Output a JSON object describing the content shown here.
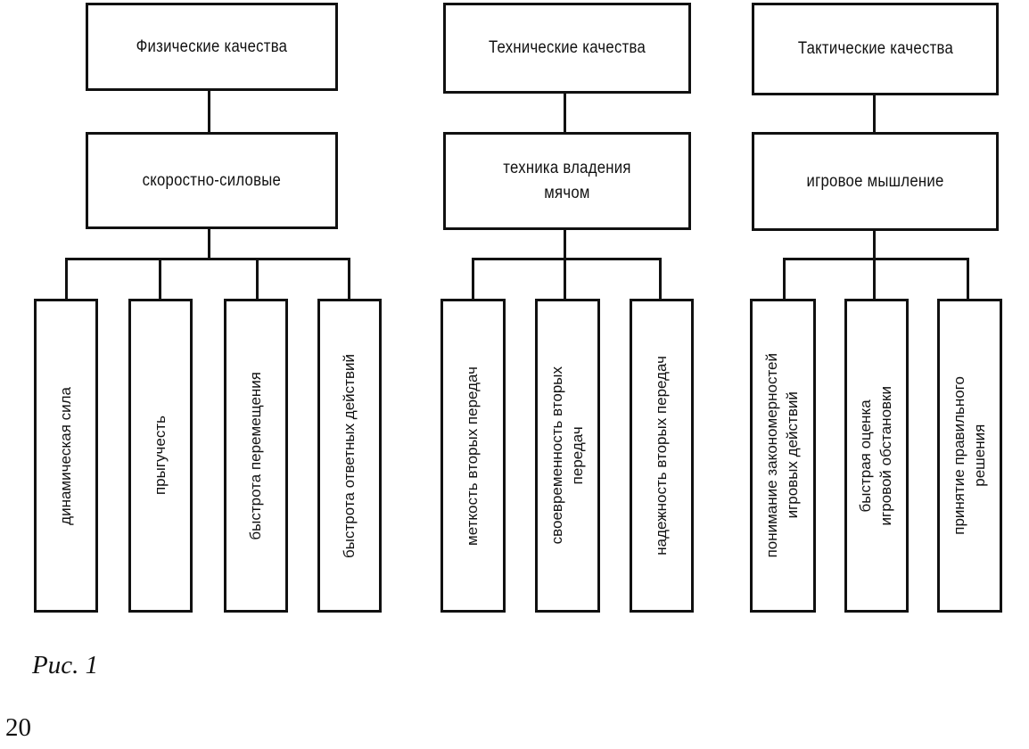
{
  "columns": [
    {
      "top": "Физические качества",
      "mid": "скоростно-силовые",
      "leaves": [
        "динамическая сила",
        "прыгучесть",
        "быстрота перемещения",
        "быстрота ответных действий"
      ]
    },
    {
      "top": "Технические качества",
      "mid": "техника владения мячом",
      "leaves": [
        "меткость вторых передач",
        "своевременность вторых\nпередач",
        "надежность вторых передач"
      ]
    },
    {
      "top": "Тактические качества",
      "mid": "игровое мышление",
      "leaves": [
        "понимание закономерностей\nигровых действий",
        "быстрая оценка\nигровой обстановки",
        "принятие правильного\nрешения"
      ]
    }
  ],
  "caption": "Рис. 1",
  "page_number": "20"
}
